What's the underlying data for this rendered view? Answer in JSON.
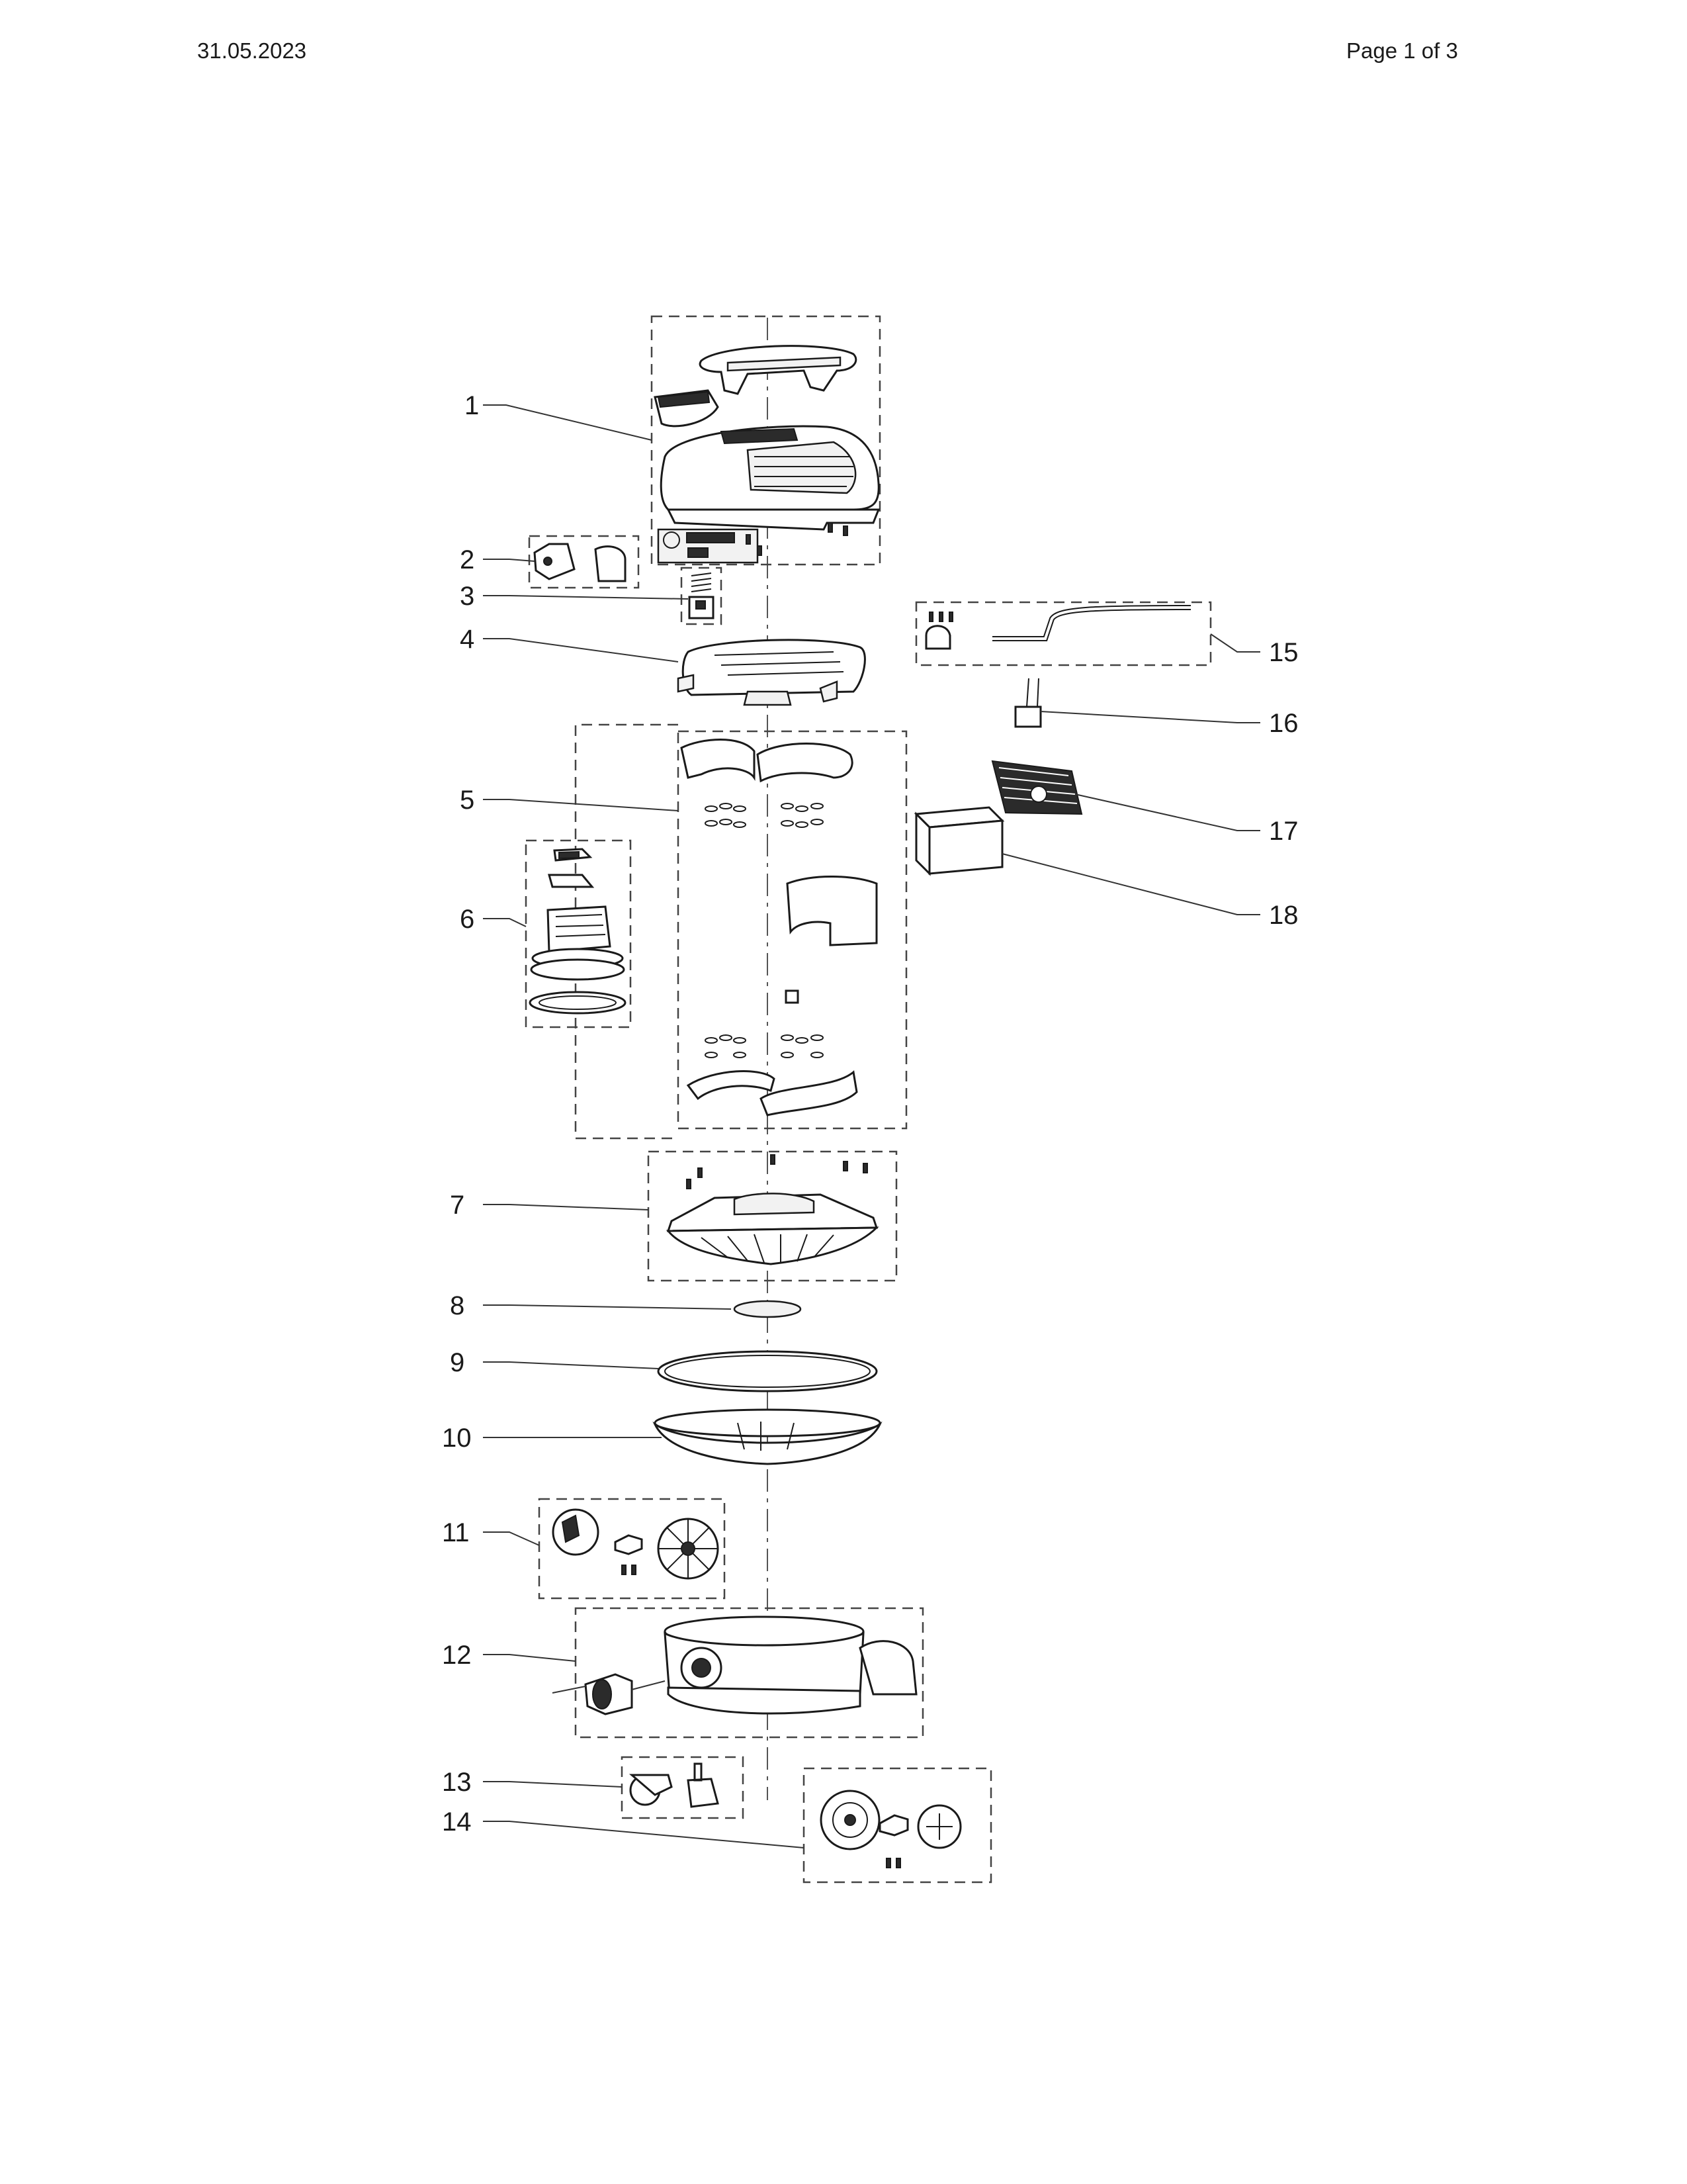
{
  "header": {
    "date": "31.05.2023",
    "page": "Page  1 of 3"
  },
  "labels": [
    "1",
    "2",
    "3",
    "4",
    "5",
    "6",
    "7",
    "8",
    "9",
    "10",
    "11",
    "12",
    "13",
    "14",
    "15",
    "16",
    "17",
    "18"
  ],
  "colors": {
    "ink": "#1a1a1a",
    "background": "#ffffff"
  }
}
